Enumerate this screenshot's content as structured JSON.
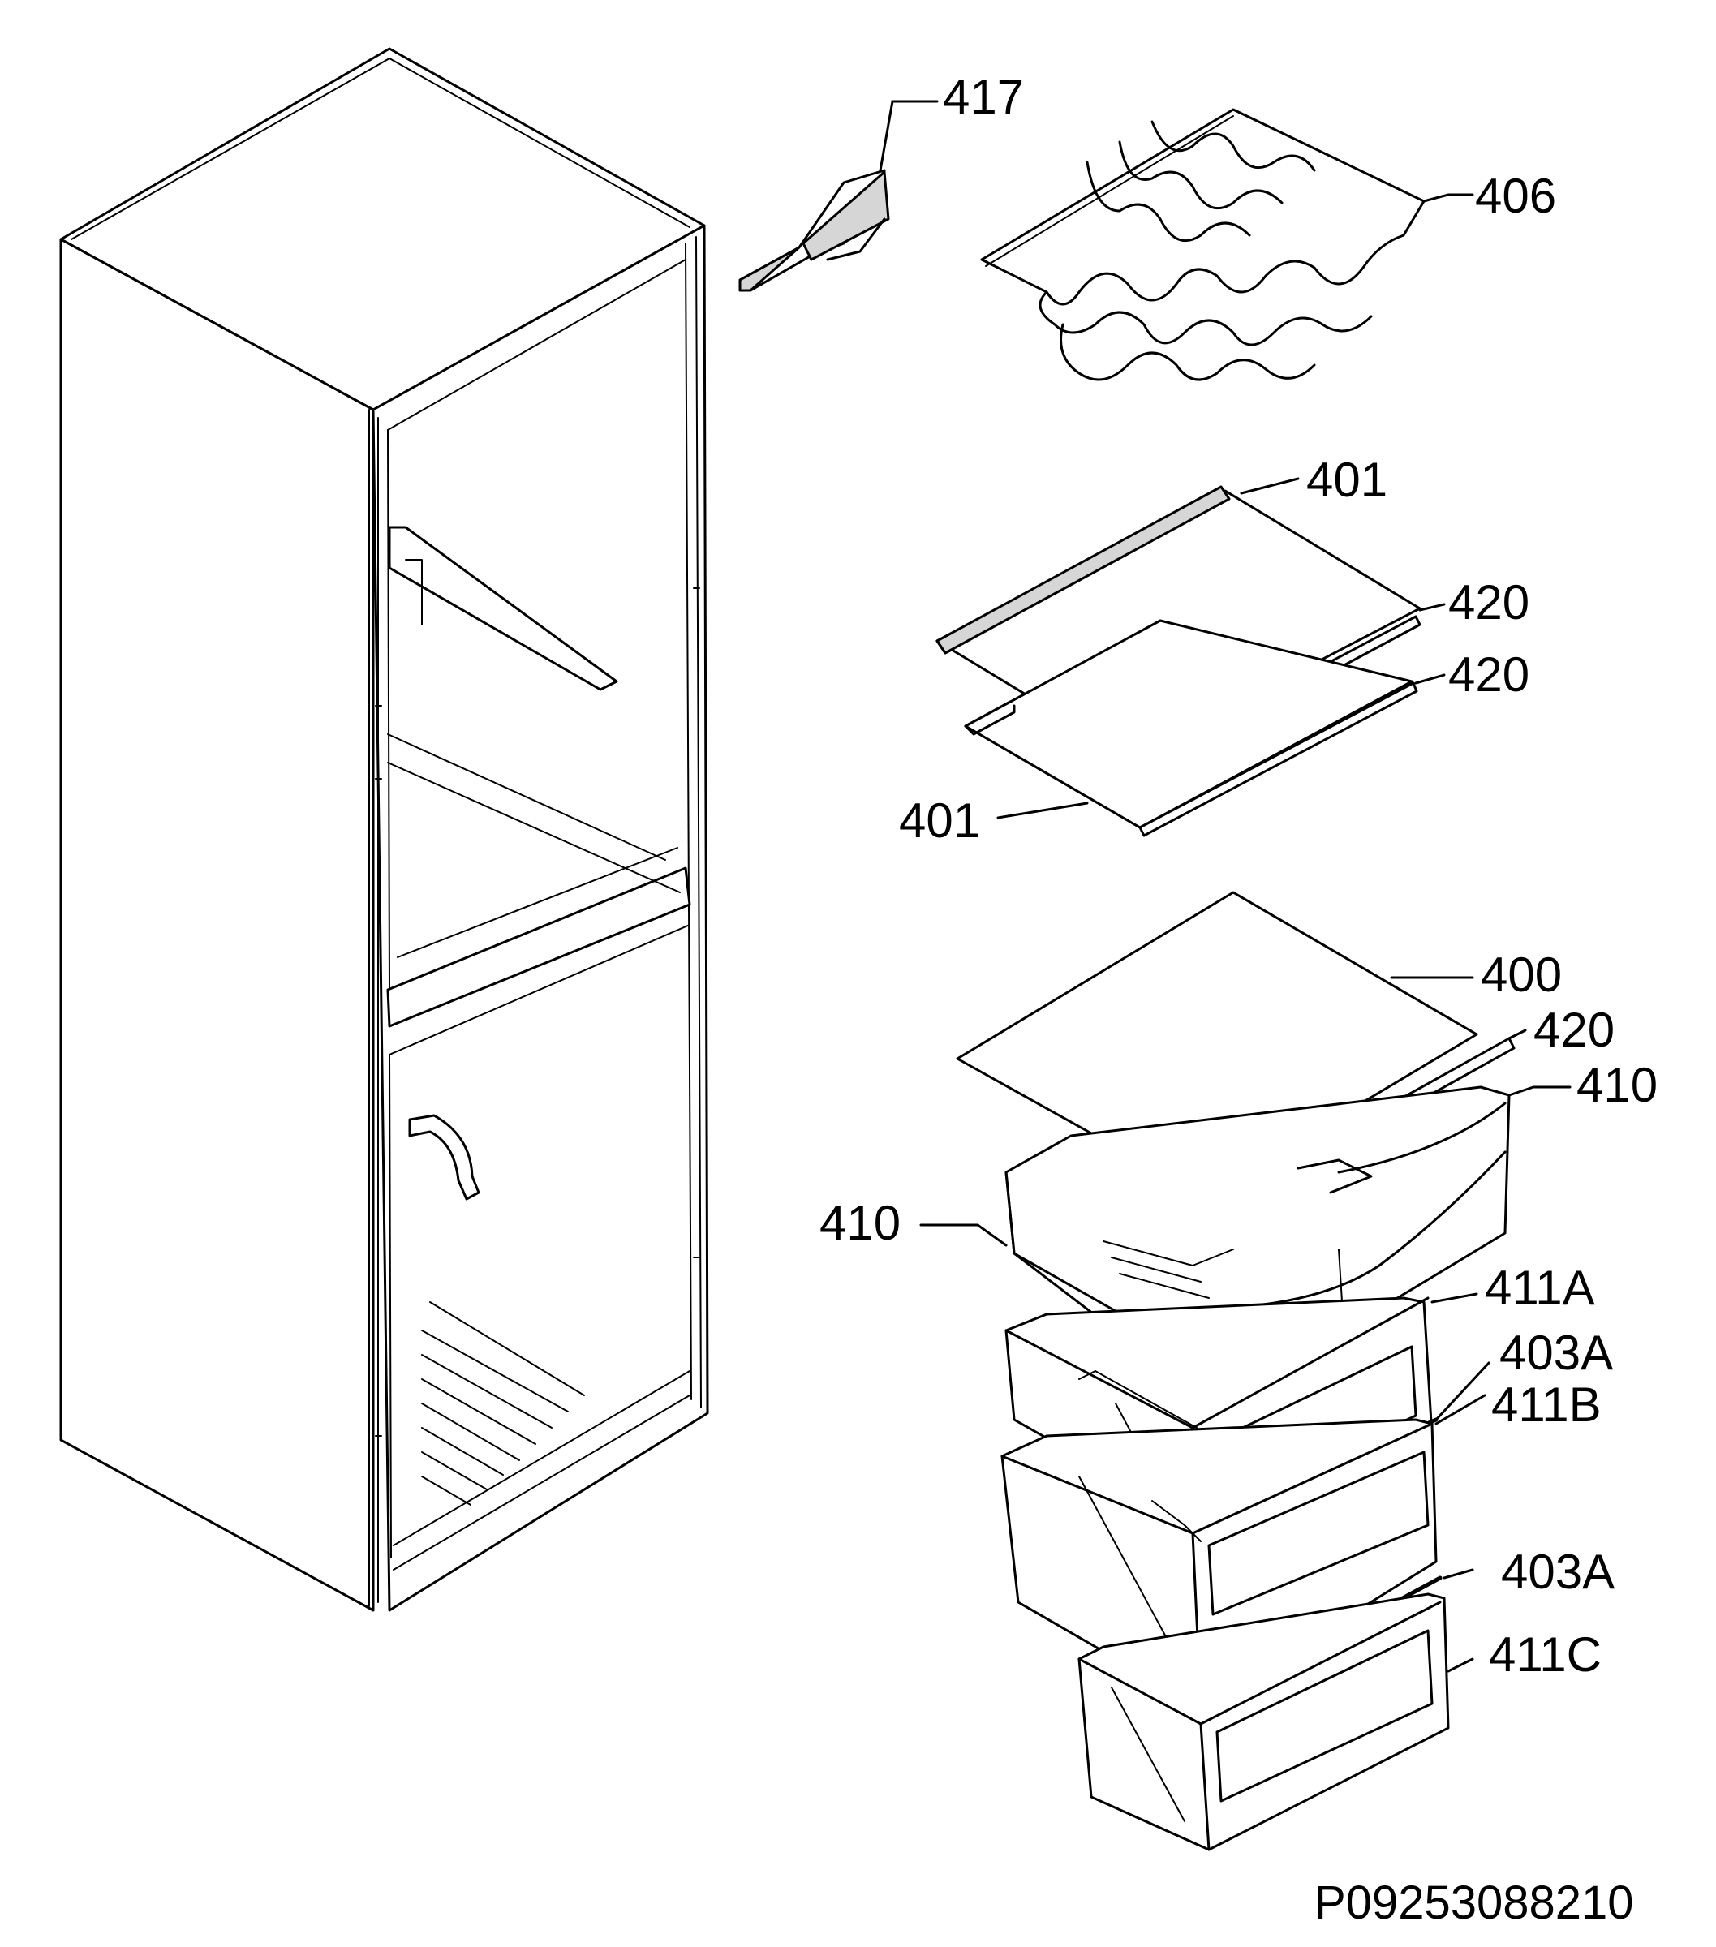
{
  "parts": [
    {
      "id": "417",
      "name": "part-417"
    },
    {
      "id": "406",
      "name": "part-406"
    },
    {
      "id": "401",
      "name": "part-401-top"
    },
    {
      "id": "420",
      "name": "part-420-a"
    },
    {
      "id": "420",
      "name": "part-420-b"
    },
    {
      "id": "401",
      "name": "part-401-bottom"
    },
    {
      "id": "400",
      "name": "part-400"
    },
    {
      "id": "420",
      "name": "part-420-c"
    },
    {
      "id": "410",
      "name": "part-410-right"
    },
    {
      "id": "410",
      "name": "part-410-left"
    },
    {
      "id": "411A",
      "name": "part-411A"
    },
    {
      "id": "403A",
      "name": "part-403A-upper"
    },
    {
      "id": "411B",
      "name": "part-411B"
    },
    {
      "id": "403A",
      "name": "part-403A-lower"
    },
    {
      "id": "411C",
      "name": "part-411C"
    }
  ],
  "drawing_code": "P09253088210"
}
